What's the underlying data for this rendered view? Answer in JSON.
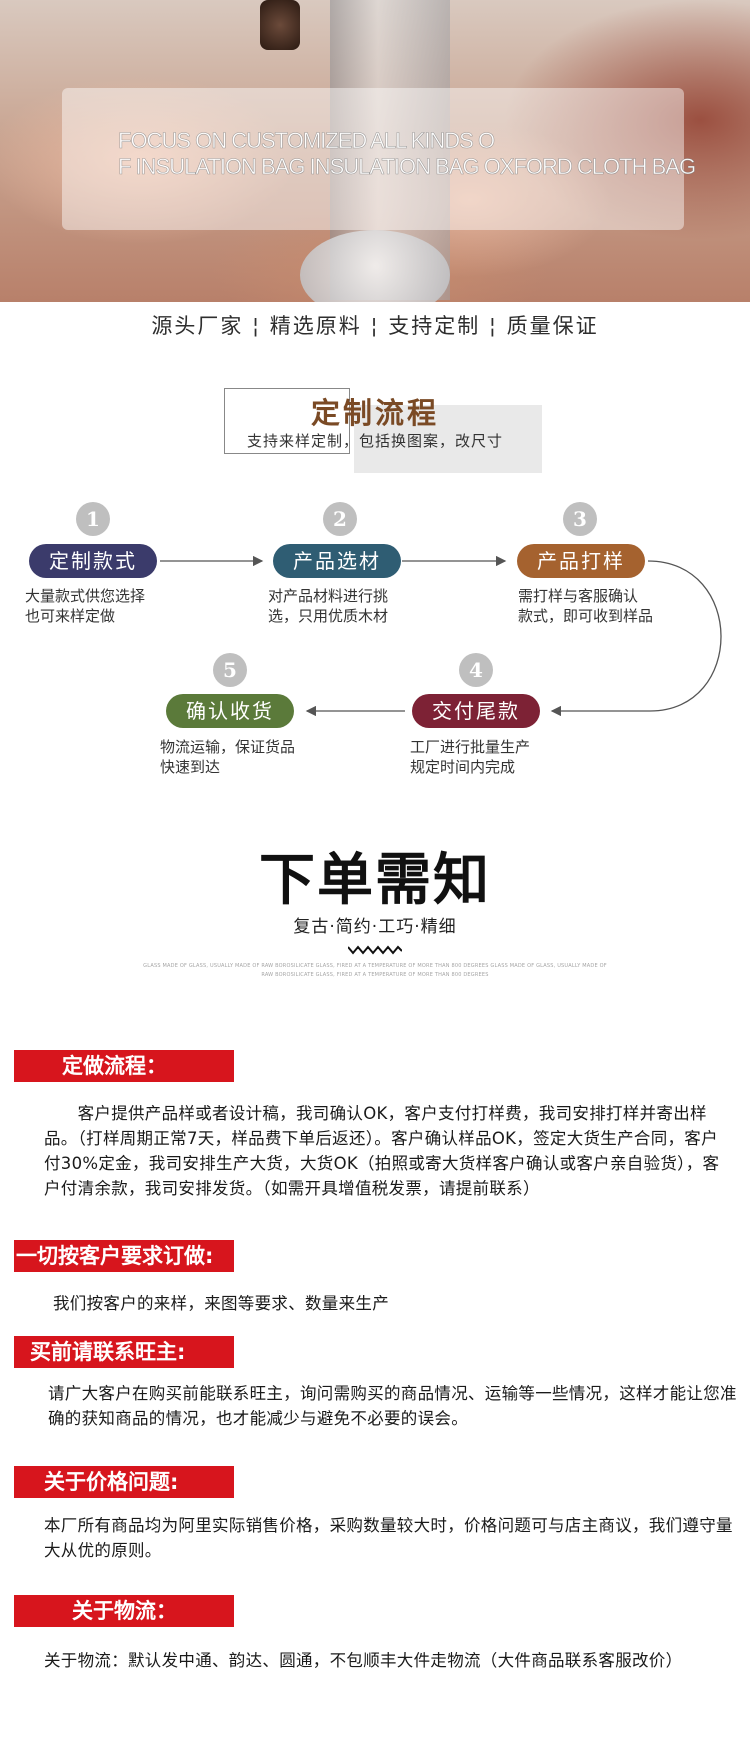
{
  "hero": {
    "line1": "FOCUS ON CUSTOMIZED ALL KINDS O",
    "line2": "F INSULATION BAG INSULATION BAG OXFORD CLOTH BAG"
  },
  "tagline": "源头厂家 ¦ 精选原料 ¦ 支持定制 ¦ 质量保证",
  "process": {
    "title": "定制流程",
    "subtitle": "支持来样定制，包括换图案，改尺寸",
    "steps": [
      {
        "num": "1",
        "label": "定制款式",
        "line1": "大量款式供您选择",
        "line2": "也可来样定做",
        "color": "#3b3b6b"
      },
      {
        "num": "2",
        "label": "产品选材",
        "line1": "对产品材料进行挑",
        "line2": "选，只用优质木材",
        "color": "#2f5d73"
      },
      {
        "num": "3",
        "label": "产品打样",
        "line1": "需打样与客服确认",
        "line2": "款式，即可收到样品",
        "color": "#a5622f"
      },
      {
        "num": "4",
        "label": "交付尾款",
        "line1": "工厂进行批量生产",
        "line2": "规定时间内完成",
        "color": "#7d2235"
      },
      {
        "num": "5",
        "label": "确认收货",
        "line1": "物流运输，保证货品",
        "line2": "快速到达",
        "color": "#5b7a3a"
      }
    ]
  },
  "notice": {
    "title": "下单需知",
    "subtitle": "复古·简约·工巧·精细",
    "fine1": "GLASS MADE OF GLASS, USUALLY MADE OF RAW BOROSILICATE GLASS, FIRED AT A TEMPERATURE OF MORE THAN 800 DEGREES GLASS MADE OF GLASS, USUALLY MADE OF",
    "fine2": "RAW BOROSILICATE GLASS, FIRED AT A TEMPERATURE OF MORE THAN 800 DEGREES"
  },
  "sections": [
    {
      "heading": "定做流程：",
      "body": "　　客户提供产品样或者设计稿，我司确认OK，客户支付打样费，我司安排打样并寄出样品。（打样周期正常7天，样品费下单后返还）。客户确认样品OK，签定大货生产合同，客户付30%定金，我司安排生产大货，大货OK（拍照或寄大货样客户确认或客户亲自验货），客户付清余款，我司安排发货。（如需开具增值税发票，请提前联系）"
    },
    {
      "heading": "一切按客户要求订做:",
      "body": "我们按客户的来样，来图等要求、数量来生产"
    },
    {
      "heading": "买前请联系旺主:",
      "body": "请广大客户在购买前能联系旺主，询问需购买的商品情况、运输等一些情况，这样才能让您准确的获知商品的情况，也才能减少与避免不必要的误会。"
    },
    {
      "heading": "关于价格问题:",
      "body": "本厂所有商品均为阿里实际销售价格，采购数量较大时，价格问题可与店主商议，我们遵守量大从优的原则。"
    },
    {
      "heading": "关于物流：",
      "body": "关于物流：默认发中通、韵达、圆通，不包顺丰大件走物流（大件商品联系客服改价）"
    }
  ]
}
